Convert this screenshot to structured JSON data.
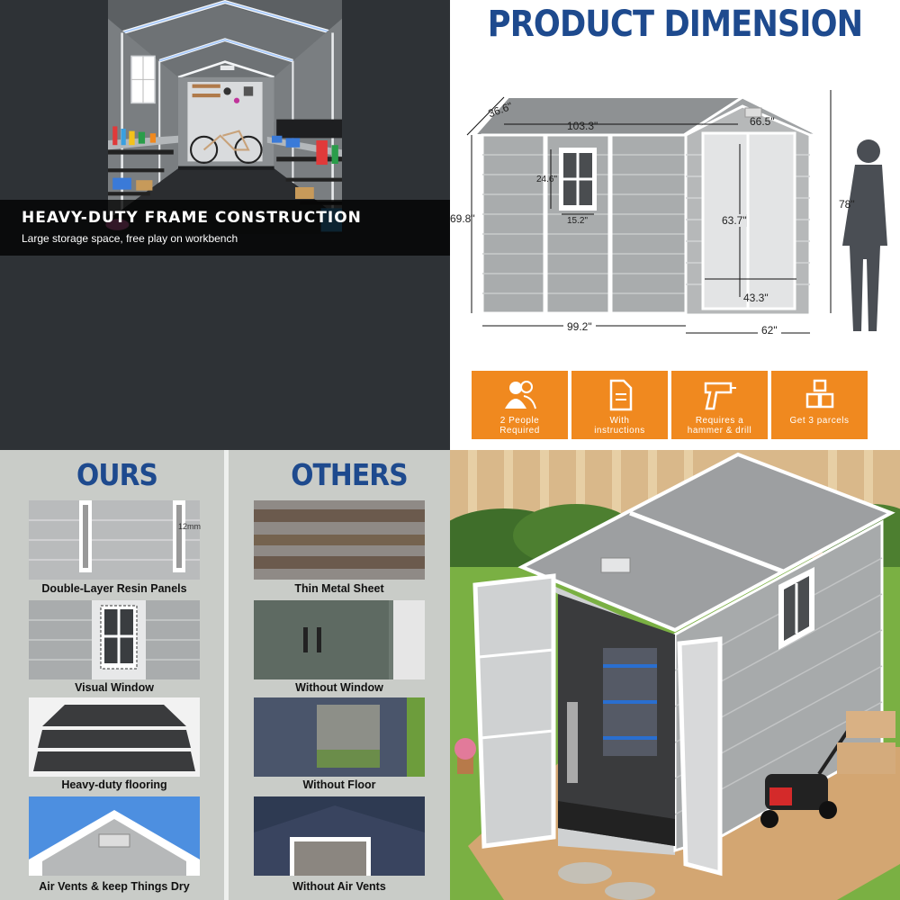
{
  "interior_banner": {
    "title": "HEAVY-DUTY FRAME CONSTRUCTION",
    "subtitle": "Large storage space, free play on workbench"
  },
  "product_dimension": {
    "title": "PRODUCT DIMENSION",
    "dims": {
      "depth_top": "36.6\"",
      "width_top": "103.3\"",
      "gable": "66.5\"",
      "window_h": "24.6\"",
      "window_w": "15.2\"",
      "wall_h": "69.8\"",
      "door_h": "63.7\"",
      "door_w": "43.3\"",
      "total_h": "78\"",
      "base_w": "99.2\"",
      "base_d": "62\""
    },
    "features": [
      {
        "label": "2 People\nRequired",
        "icon": "people-icon"
      },
      {
        "label": "With\ninstructions",
        "icon": "document-icon"
      },
      {
        "label": "Requires a\nhammer & drill",
        "icon": "drill-icon"
      },
      {
        "label": "Get 3 parcels",
        "icon": "boxes-icon"
      }
    ]
  },
  "comparison": {
    "ours_title": "OURS",
    "others_title": "OTHERS",
    "panel_thickness": "12mm",
    "ours": [
      "Double-Layer Resin Panels",
      "Visual Window",
      "Heavy-duty flooring",
      "Air Vents & keep Things Dry"
    ],
    "others": [
      "Thin Metal Sheet",
      "Without Window",
      "Without Floor",
      "Without Air Vents"
    ]
  },
  "colors": {
    "brand_blue": "#1e4a8e",
    "orange": "#f0891f",
    "shed_gray": "#a9acad",
    "trim_white": "#ffffff"
  }
}
